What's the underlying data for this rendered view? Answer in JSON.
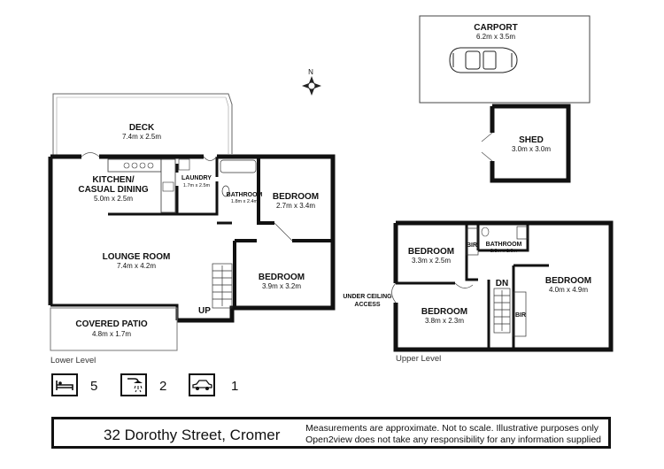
{
  "levels": {
    "lower": "Lower Level",
    "upper": "Upper Level"
  },
  "rooms": {
    "carport": {
      "name": "CARPORT",
      "dims": "6.2m x 3.5m"
    },
    "shed": {
      "name": "SHED",
      "dims": "3.0m x 3.0m"
    },
    "deck": {
      "name": "DECK",
      "dims": "7.4m x 2.5m"
    },
    "kitchen": {
      "name_line1": "KITCHEN/",
      "name_line2": "CASUAL DINING",
      "dims": "5.0m x 2.5m"
    },
    "laundry": {
      "name": "LAUNDRY",
      "dims": "1.7m x 2.5m"
    },
    "bathroom_lower": {
      "name": "BATHROOM",
      "dims": "1.8m x 2.4m"
    },
    "bedroom_lower_1": {
      "name": "BEDROOM",
      "dims": "2.7m x 3.4m"
    },
    "lounge": {
      "name": "LOUNGE ROOM",
      "dims": "7.4m x 4.2m"
    },
    "bedroom_lower_2": {
      "name": "BEDROOM",
      "dims": "3.9m x 3.2m"
    },
    "covered_patio": {
      "name": "COVERED PATIO",
      "dims": "4.8m x 1.7m"
    },
    "bedroom_upper_1": {
      "name": "BEDROOM",
      "dims": "3.3m x 2.5m"
    },
    "bathroom_upper": {
      "name": "BATHROOM",
      "dims": "2.3m x 1.0m"
    },
    "bedroom_upper_2": {
      "name": "BEDROOM",
      "dims": "3.8m x 2.3m"
    },
    "bedroom_upper_3": {
      "name": "BEDROOM",
      "dims": "4.0m x 4.9m"
    }
  },
  "labels": {
    "up": "UP",
    "dn": "DN",
    "bir": "BIR",
    "under_ceiling_line1": "UNDER CEILING",
    "under_ceiling_line2": "ACCESS",
    "north": "N"
  },
  "summary": {
    "bedrooms": "5",
    "bathrooms": "2",
    "parking": "1"
  },
  "footer": {
    "address": "32 Dorothy Street, Cromer",
    "disclaimer_line1": "Measurements are approximate. Not to scale. Illustrative purposes only",
    "disclaimer_line2": "Open2view does not take any responsibility for any information supplied"
  }
}
